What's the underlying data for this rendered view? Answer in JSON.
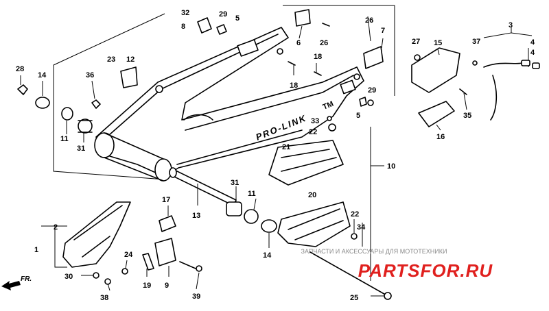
{
  "diagram": {
    "part_labels": [
      "1",
      "2",
      "3",
      "4",
      "4",
      "5",
      "5",
      "6",
      "7",
      "8",
      "9",
      "10",
      "11",
      "11",
      "12",
      "13",
      "14",
      "14",
      "15",
      "16",
      "17",
      "18",
      "18",
      "19",
      "20",
      "21",
      "22",
      "22",
      "23",
      "24",
      "25",
      "26",
      "26",
      "27",
      "28",
      "29",
      "29",
      "30",
      "31",
      "31",
      "32",
      "33",
      "34",
      "35",
      "36",
      "37",
      "38",
      "39"
    ],
    "frame_logo": "PRO-LINK",
    "frame_logo_tm": "TM",
    "direction_label": "FR."
  },
  "watermark": {
    "caption": "ЗАПЧАСТИ И АКСЕССУАРЫ ДЛЯ МОТОТЕХНИКИ",
    "brand": "PARTSFOR.RU"
  },
  "colors": {
    "ink": "#000000",
    "watermark_red": "#e0201e",
    "watermark_gray": "#8a8a8a",
    "background": "#ffffff"
  }
}
